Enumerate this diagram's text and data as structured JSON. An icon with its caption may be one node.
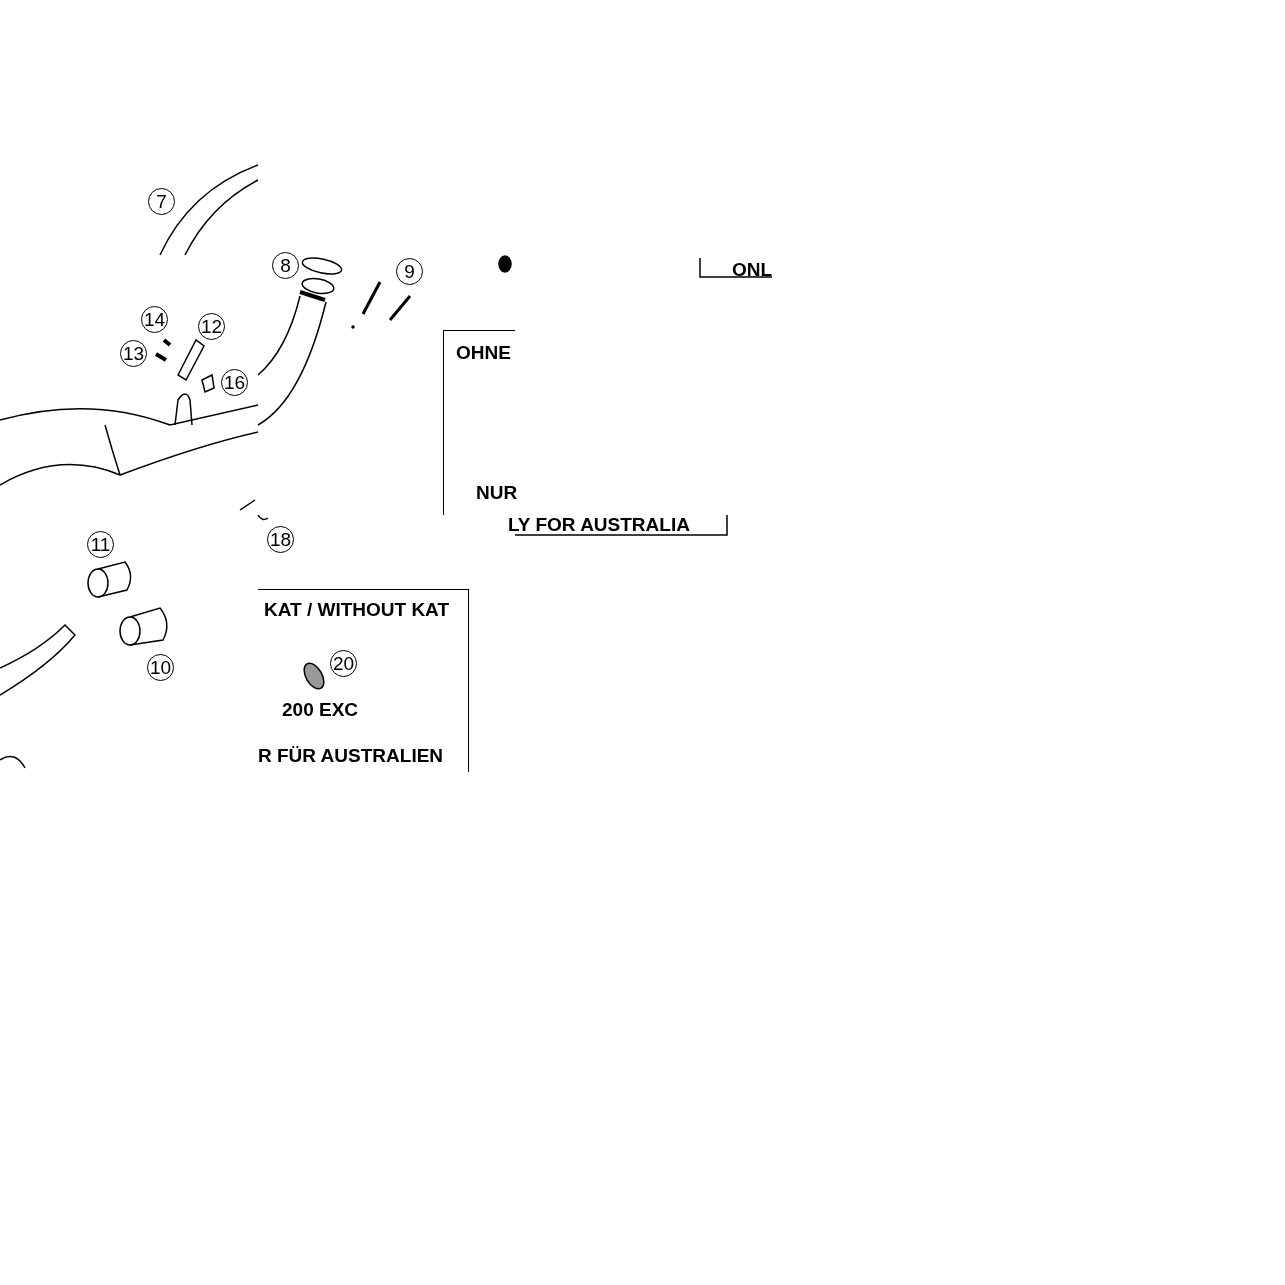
{
  "diagram": {
    "nodes": [
      {
        "text": [
          "OHNE",
          "NUR"
        ]
      },
      {
        "text": [
          "KAT / WITHOUT KAT",
          "200 EXC",
          "R FÜR AUSTRALIEN"
        ]
      }
    ],
    "labels": [
      "7",
      "ONL",
      "8",
      "9",
      "14",
      "12",
      "13",
      "16",
      "LY FOR AUSTRALIA",
      "11",
      "18",
      "10",
      "20"
    ]
  }
}
